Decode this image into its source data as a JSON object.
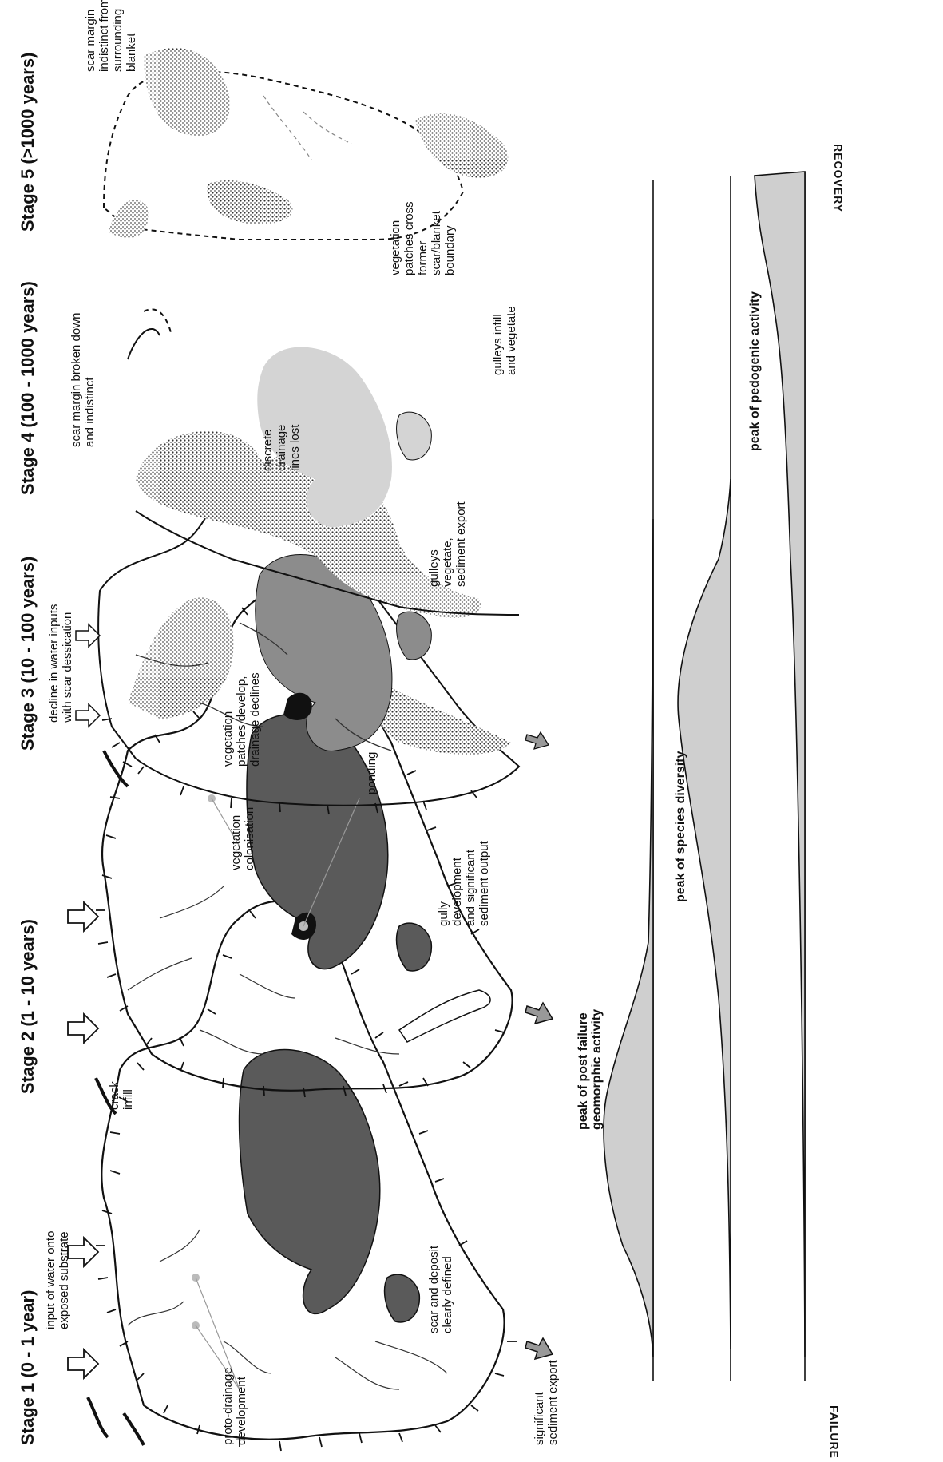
{
  "stages": [
    {
      "title": "Stage 1 (0 - 1 year)"
    },
    {
      "title": "Stage 2 (1 - 10 years)"
    },
    {
      "title": "Stage 3 (10 - 100 years)"
    },
    {
      "title": "Stage 4 (100 - 1000 years)"
    },
    {
      "title": "Stage 5 (>1000 years)"
    }
  ],
  "annotations": {
    "s1_input": [
      "input of water onto",
      "exposed substrate"
    ],
    "s1_proto": [
      "proto-drainage",
      "development"
    ],
    "s1_scar": [
      "scar and deposit",
      "clearly defined"
    ],
    "s1_export": [
      "significant",
      "sediment export"
    ],
    "s2_crack": [
      "crack",
      "infill"
    ],
    "s2_veg": [
      "vegetation",
      "colonisation"
    ],
    "s2_ponding": [
      "ponding"
    ],
    "s2_gully": [
      "gully",
      "development",
      "and significant",
      "sediment output"
    ],
    "s3_decline": [
      "decline in water inputs",
      "with scar dessication"
    ],
    "s3_patches": [
      "vegetation",
      "patches develop,",
      "drainage declines"
    ],
    "s3_gulleys": [
      "gulleys",
      "vegetate,",
      "sediment export"
    ],
    "s4_margin": [
      "scar margin broken down",
      "and indistinct"
    ],
    "s4_drain": [
      "discrete",
      "drainage",
      "lines lost"
    ],
    "s4_infill": [
      "gulleys infill",
      "and vegetate"
    ],
    "s5_margin": [
      "scar margin",
      "indistinct from",
      "surrounding",
      "blanket"
    ],
    "s5_patches": [
      "vegetation",
      "patches cross",
      "former",
      "scar/blanket",
      "boundary"
    ]
  },
  "timeline": {
    "start_label": "FAILURE",
    "end_label": "RECOVERY",
    "curves": [
      {
        "label": [
          "peak of post failure",
          "geomorphic activity"
        ]
      },
      {
        "label": [
          "peak of species diversity"
        ]
      },
      {
        "label": [
          "peak of pedogenic activity"
        ]
      }
    ]
  },
  "colors": {
    "dark_fill": "#5a5a5a",
    "mid_fill": "#8c8c8c",
    "light_fill": "#d4d4d4",
    "curve_fill": "#cfcfcf",
    "ink": "#111111"
  }
}
